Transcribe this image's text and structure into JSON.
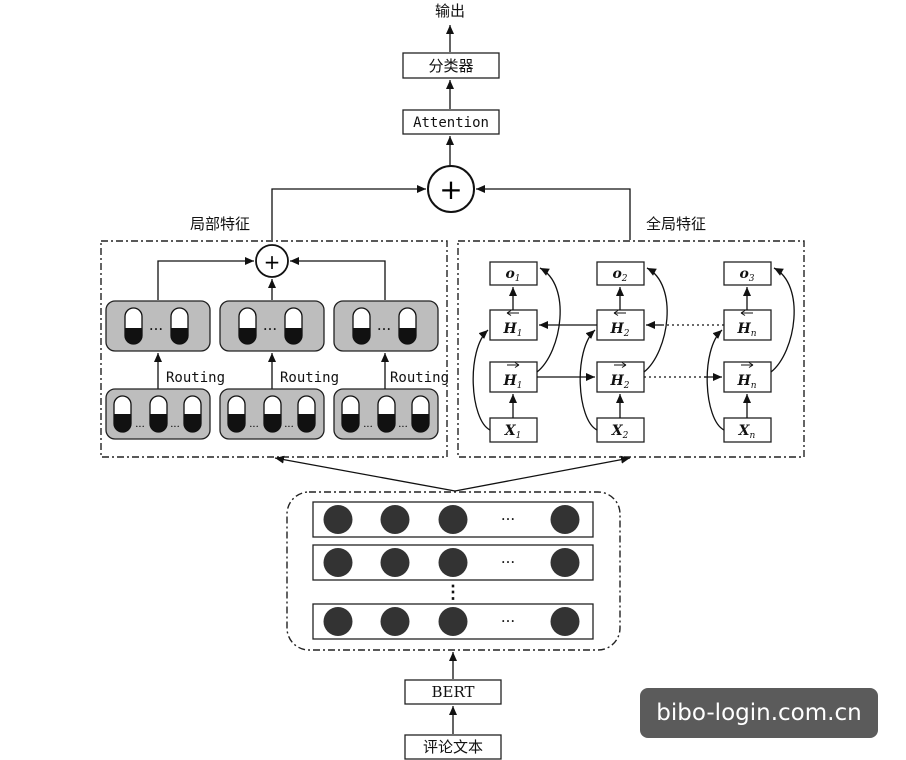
{
  "top": {
    "output": "输出",
    "classifier": "分类器",
    "attention": "Attention",
    "plus": "+"
  },
  "local": {
    "title": "局部特征",
    "routing": "Routing",
    "dots": "···",
    "plus": "+"
  },
  "global": {
    "title": "全局特征",
    "o": [
      "o",
      "o",
      "o"
    ],
    "o_sub": [
      "1",
      "2",
      "3"
    ],
    "h": [
      "H",
      "H",
      "H"
    ],
    "h_sub": [
      "1",
      "2",
      "n"
    ],
    "x": [
      "X",
      "X",
      "X"
    ],
    "x_sub": [
      "1",
      "2",
      "n"
    ]
  },
  "bert_block": {
    "ellipsis": "···",
    "vdots": "⋮"
  },
  "bottom": {
    "bert": "BERT",
    "input": "评论文本"
  },
  "watermark": "bibo-login.com.cn"
}
